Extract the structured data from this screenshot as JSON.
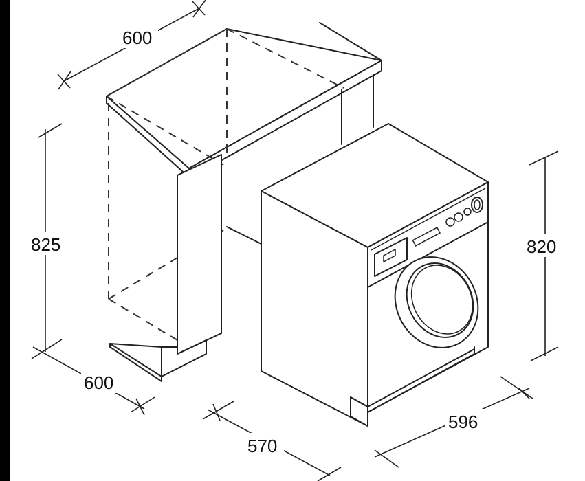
{
  "dimensions": {
    "cabinet_top_width": "600",
    "cabinet_height": "825",
    "cabinet_depth": "600",
    "machine_depth": "570",
    "machine_width": "596",
    "machine_height": "820"
  },
  "colors": {
    "background": "#000000",
    "paper": "#ffffff",
    "ink": "#222222"
  }
}
